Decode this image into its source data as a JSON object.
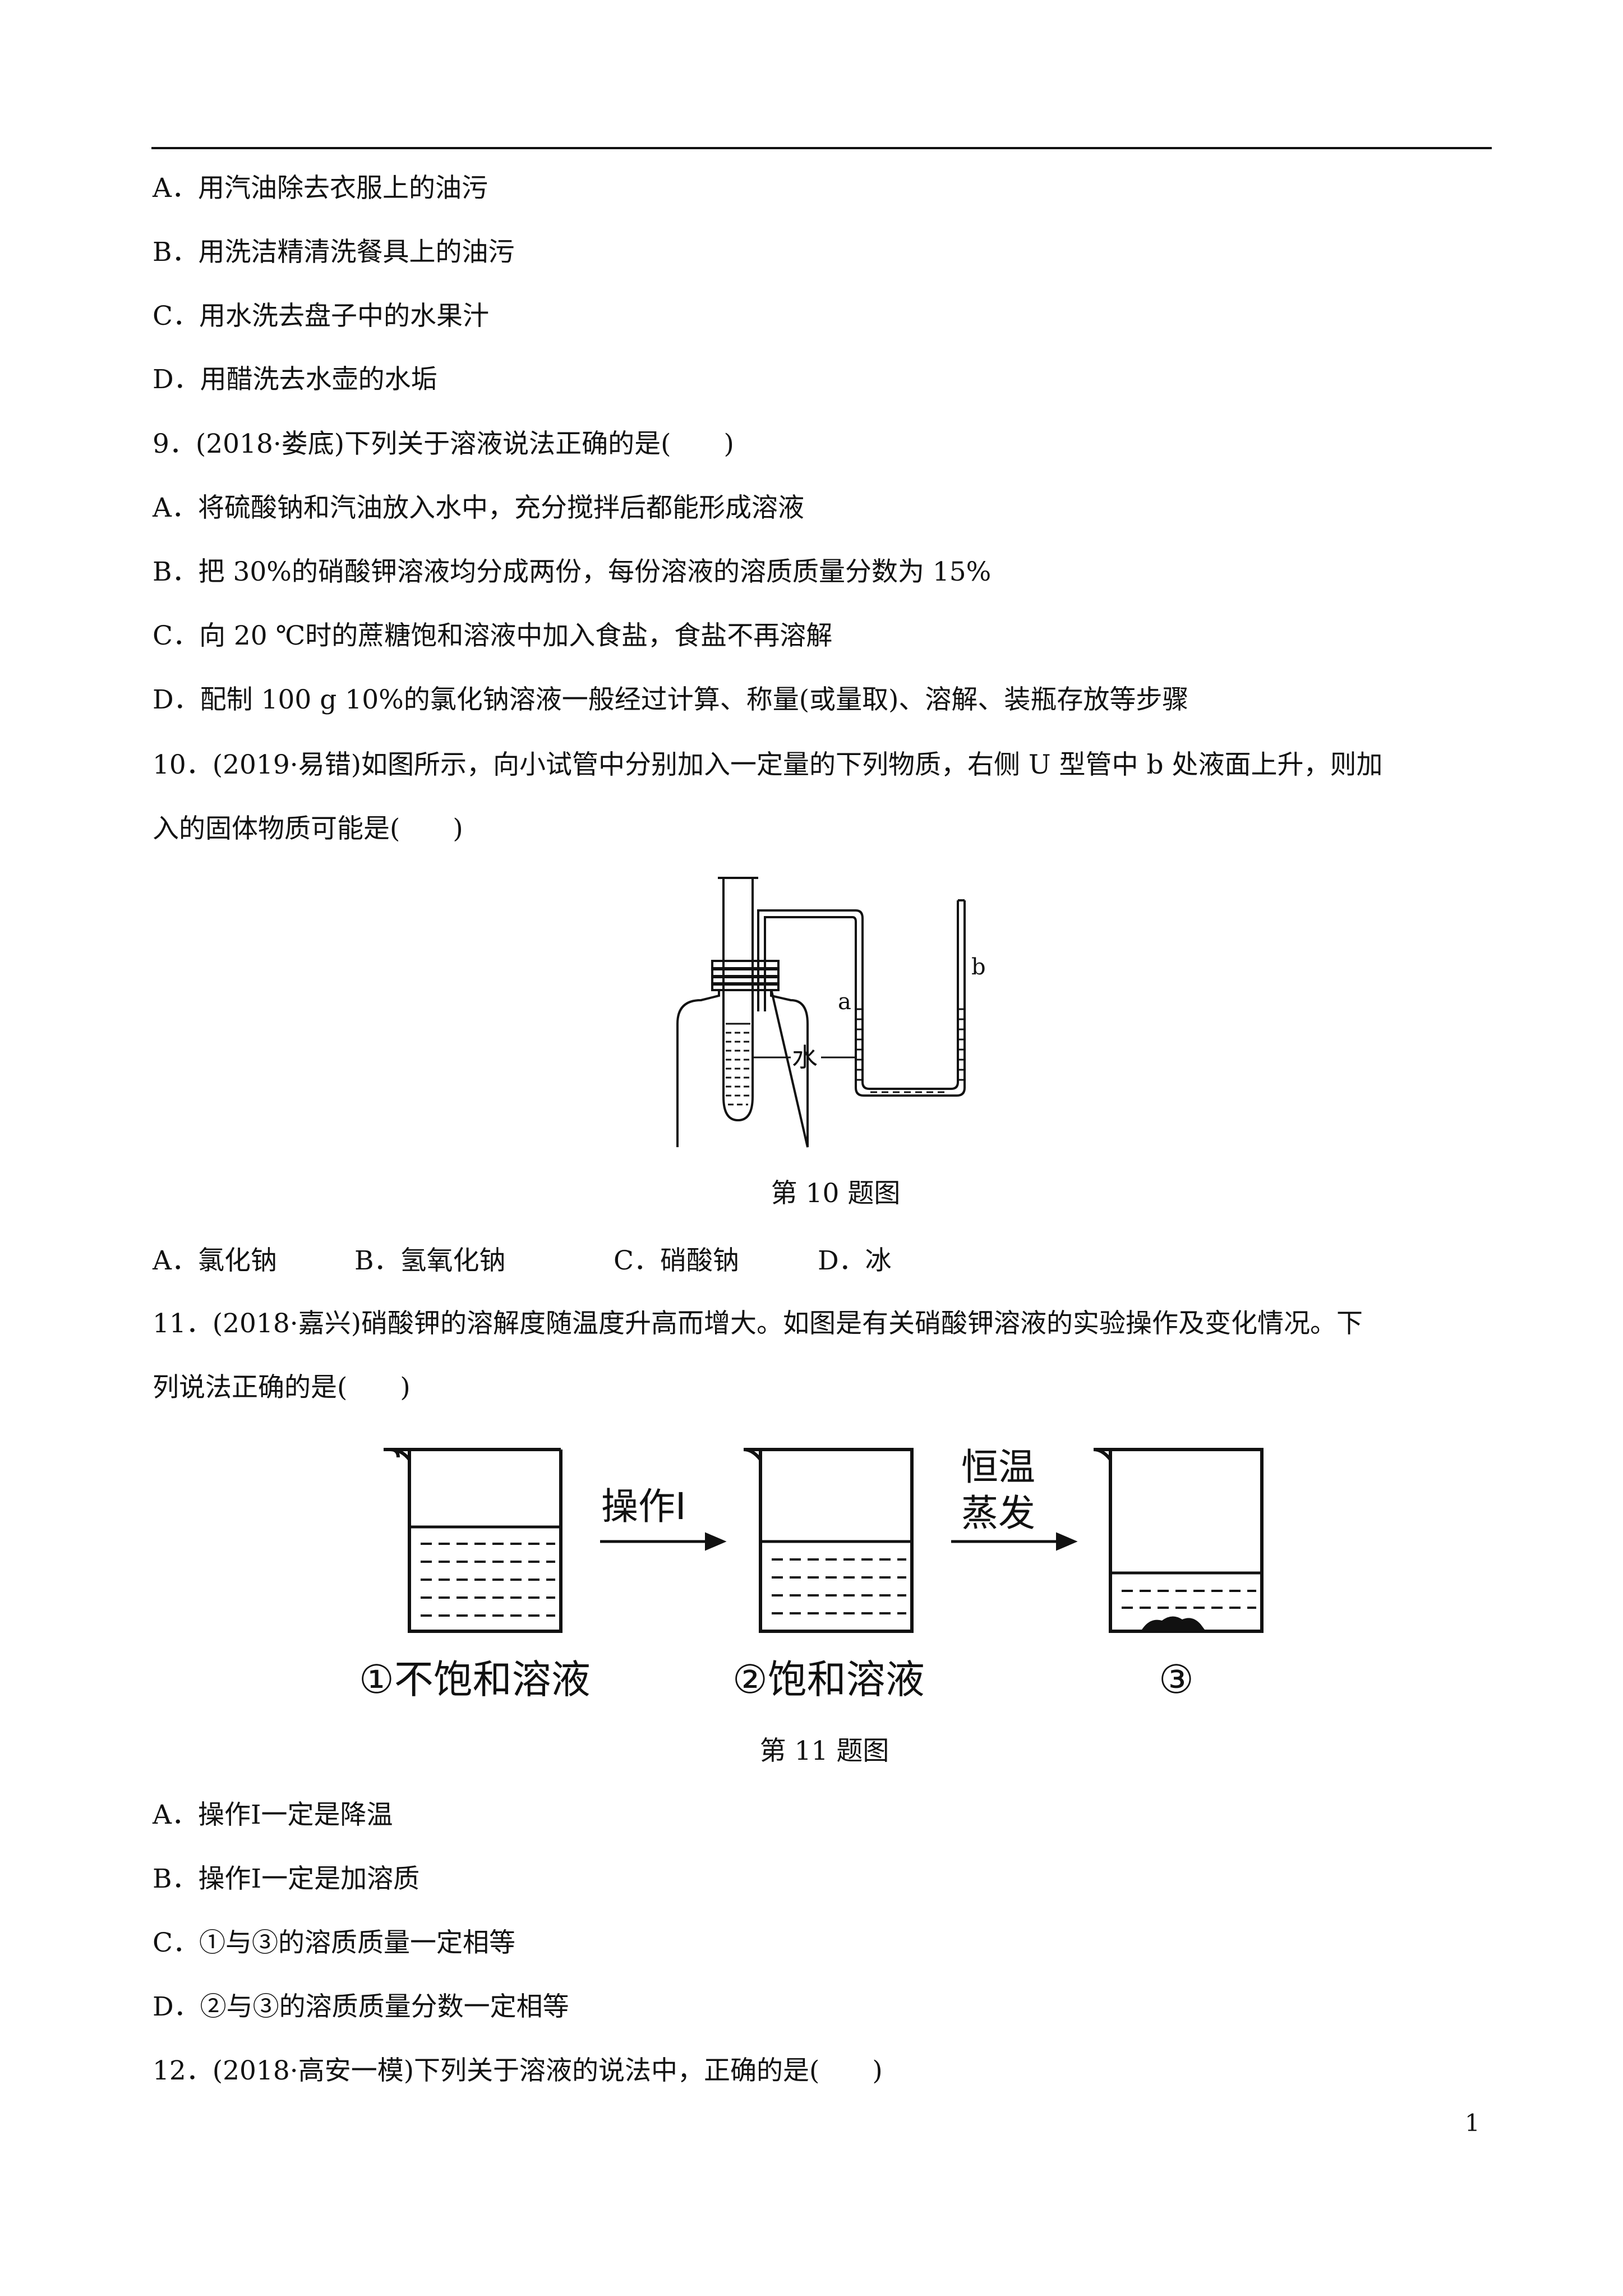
{
  "q8_options": {
    "a": "A．用汽油除去衣服上的油污",
    "b": "B．用洗洁精清洗餐具上的油污",
    "c": "C．用水洗去盘子中的水果汁",
    "d": "D．用醋洗去水壶的水垢"
  },
  "q9": {
    "stem": "9．(2018·娄底)下列关于溶液说法正确的是(　　)",
    "a": "A．将硫酸钠和汽油放入水中，充分搅拌后都能形成溶液",
    "b": "B．把 30%的硝酸钾溶液均分成两份，每份溶液的溶质质量分数为 15%",
    "c": "C．向 20 ℃时的蔗糖饱和溶液中加入食盐，食盐不再溶解",
    "d": "D．配制 100 g 10%的氯化钠溶液一般经过计算、称量(或量取)、溶解、装瓶存放等步骤"
  },
  "q10": {
    "stem_line1": "10．(2019·易错)如图所示，向小试管中分别加入一定量的下列物质，右侧 U 型管中 b 处液面上升，则加",
    "stem_line2": "入的固体物质可能是(　　)",
    "figure": {
      "label_water": "水",
      "label_a": "a",
      "label_b": "b"
    },
    "caption": "第 10 题图",
    "a": "A．氯化钠",
    "b": "B．氢氧化钠",
    "c": "C．硝酸钠",
    "d": "D．冰"
  },
  "q11": {
    "stem_line1": "11．(2018·嘉兴)硝酸钾的溶解度随温度升高而增大。如图是有关硝酸钾溶液的实验操作及变化情况。下",
    "stem_line2": "列说法正确的是(　　)",
    "figure": {
      "arrow1_label": "操作Ⅰ",
      "arrow2_label_line1": "恒温",
      "arrow2_label_line2": "蒸发",
      "beaker1_label": "①不饱和溶液",
      "beaker2_label": "②饱和溶液",
      "beaker3_label": "③"
    },
    "caption": "第 11 题图",
    "a": "A．操作Ⅰ一定是降温",
    "b": "B．操作Ⅰ一定是加溶质",
    "c": "C．①与③的溶质质量一定相等",
    "d": "D．②与③的溶质质量分数一定相等"
  },
  "q12": {
    "stem": "12．(2018·高安一模)下列关于溶液的说法中，正确的是(　　)"
  },
  "page_number": "1"
}
